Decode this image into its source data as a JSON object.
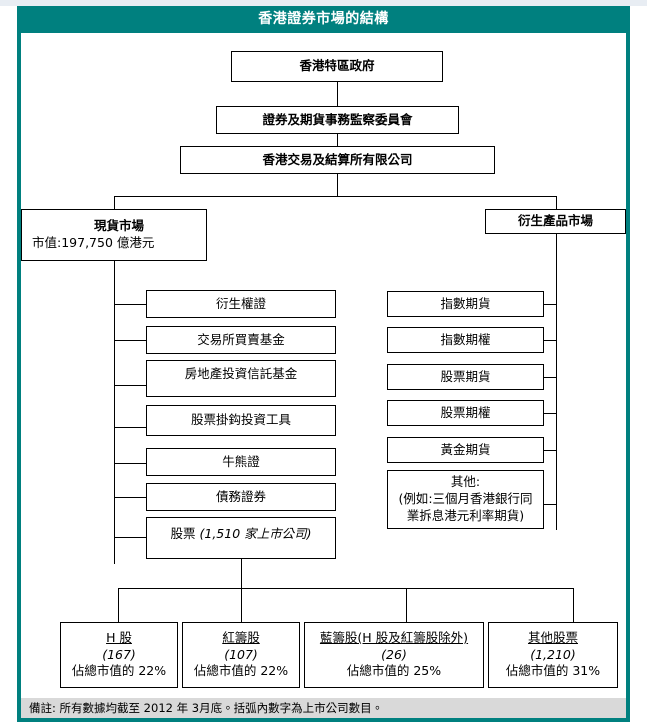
{
  "header": {
    "title": "香港證券市場的結構"
  },
  "hierarchy": {
    "government": "香港特區政府",
    "regulator": "證券及期貨事務監察委員會",
    "exchange": "香港交易及結算所有限公司"
  },
  "markets": {
    "cash": {
      "title": "現貨市場",
      "detail": "市值:197,750 億港元"
    },
    "derivatives": {
      "title": "衍生產品市場"
    }
  },
  "cash_products": [
    {
      "label": "衍生權證"
    },
    {
      "label": "交易所買賣基金"
    },
    {
      "label": "房地產投資信託基金"
    },
    {
      "label": "股票掛鈎投資工具"
    },
    {
      "label": "牛熊證"
    },
    {
      "label": "債務證券"
    },
    {
      "label": "股票",
      "note": "(1,510  家上市公司)"
    }
  ],
  "derivative_products": [
    {
      "label": "指數期貨"
    },
    {
      "label": "指數期權"
    },
    {
      "label": "股票期貨"
    },
    {
      "label": "股票期權"
    },
    {
      "label": "黃金期貨"
    },
    {
      "label": "其他:",
      "example_line1": "(例如:三個月香港銀行同",
      "example_line2": "業拆息港元利率期貨)"
    }
  ],
  "equity_breakdown": [
    {
      "name": "H 股",
      "count": "(167)",
      "share": "佔總市值的 22%"
    },
    {
      "name": "紅籌股",
      "count": "(107)",
      "share": "佔總市值的 22%"
    },
    {
      "name": "藍籌股(H 股及紅籌股除外)",
      "count": "(26)",
      "share": "佔總市值的 25%"
    },
    {
      "name": "其他股票",
      "count": "(1,210)",
      "share": "佔總市值的 31%"
    }
  ],
  "footnote": {
    "text": "備註: 所有數據均截至 2012 年 3月底。括弧內數字為上市公司數目。"
  },
  "colors": {
    "brand_teal": "#00807f",
    "footer_grey": "#d9d9d9",
    "line_black": "#000000"
  }
}
